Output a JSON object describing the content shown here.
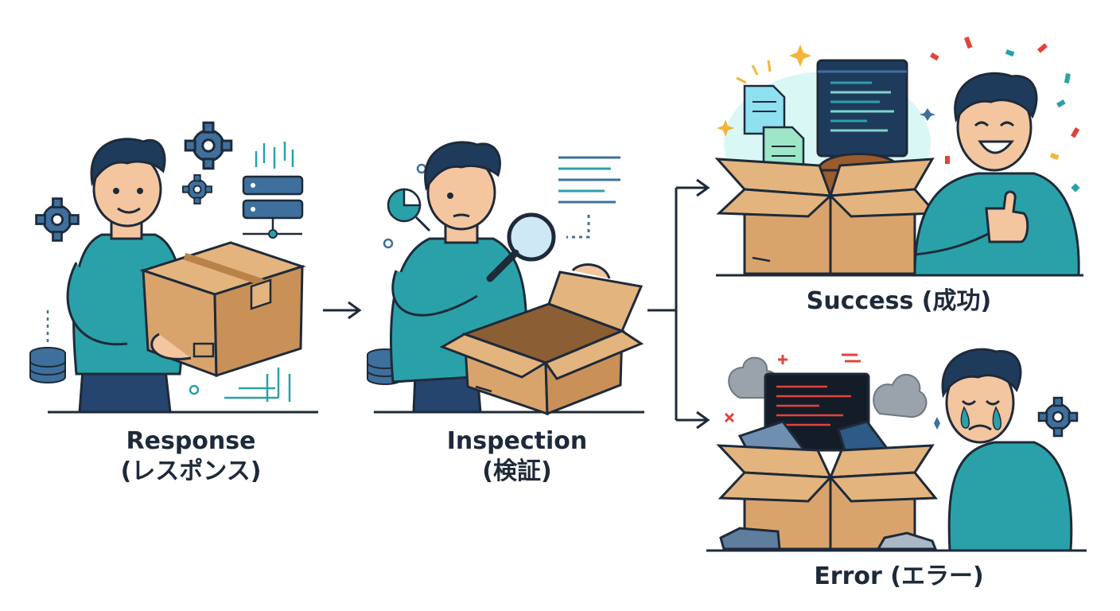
{
  "stages": {
    "response": {
      "title": "Response",
      "subtitle": "(レスポンス)"
    },
    "inspection": {
      "title": "Inspection",
      "subtitle": "(検証)"
    },
    "success": {
      "label": "Success (成功)"
    },
    "error": {
      "label": "Error (エラー)"
    }
  },
  "colors": {
    "outline": "#1e2a3a",
    "shirt": "#2aa1a8",
    "hair": "#1f3b5c",
    "skin": "#f3c6a0",
    "box": "#d9a46c",
    "box_dark": "#b98248",
    "pants": "#25456e",
    "accent_blue": "#3f6f9c",
    "error_red": "#e0443c"
  },
  "icons": [
    "gear-icon",
    "server-icon",
    "database-icon",
    "magnifier-icon",
    "pie-chart-icon",
    "document-icon",
    "code-window-icon",
    "treasure-chest-icon",
    "thumbs-up-icon",
    "smoke-icon",
    "tear-icon",
    "confetti-icon",
    "arrow-icon"
  ]
}
